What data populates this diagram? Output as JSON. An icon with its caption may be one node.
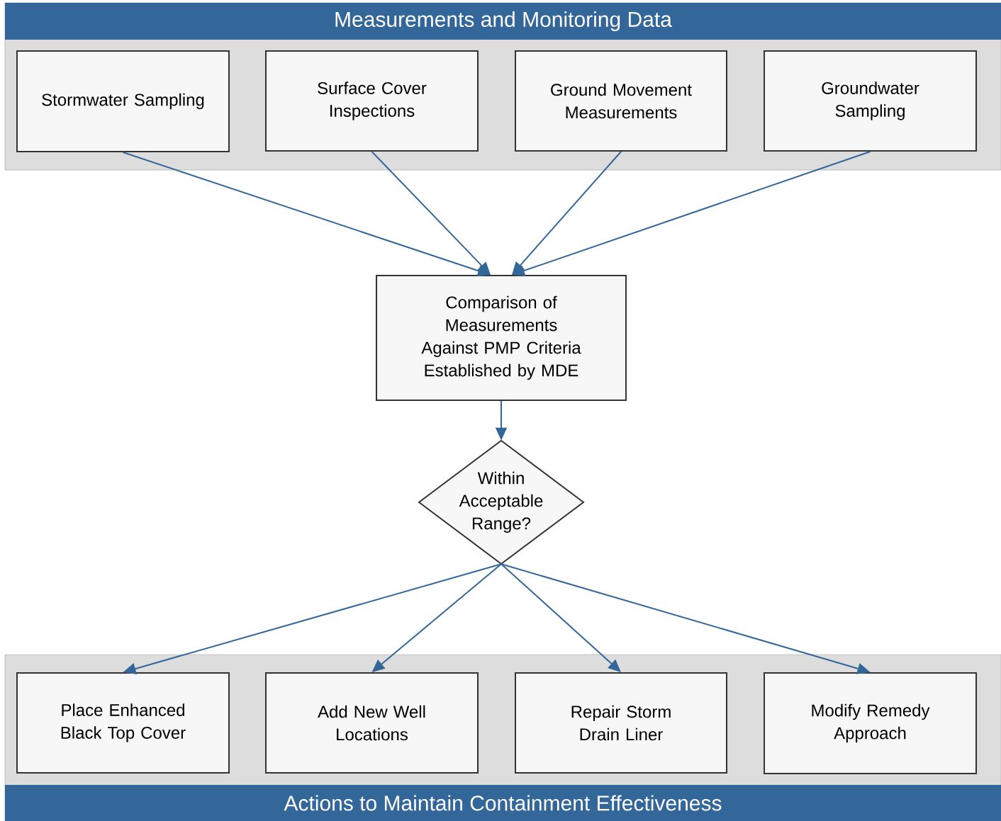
{
  "diagram": {
    "nodes": [
      {
        "text": [
          "Measurements and Monitoring Data"
        ]
      },
      {
        "text": [
          "Stormwater Sampling"
        ],
        "in": 0
      },
      {
        "text": [
          "Surface Cover Inspections"
        ],
        "in": 0
      },
      {
        "text": [
          "Ground Movement Measurements"
        ],
        "in": 0
      },
      {
        "text": [
          "Groundwater Sampling"
        ],
        "in": 0
      },
      {
        "text": [
          "Comparison of Measurements Against PMP Criteria Established by MDE"
        ]
      },
      {
        "text": [
          "Within Acceptable Range?"
        ]
      },
      {
        "text": [
          "Actions to Maintain Containment Effectiveness"
        ]
      },
      {
        "text": [
          "Place Enhanced Black Top Cover"
        ],
        "in": 7
      },
      {
        "text": [
          "Add New Well Locations"
        ],
        "in": 7
      },
      {
        "text": [
          "Repair Storm Drain Liner"
        ],
        "in": 7
      },
      {
        "text": [
          "Modify Remedy Approach"
        ],
        "in": 7
      }
    ],
    "edges": [
      {
        "from": 1,
        "to": 5,
        "arrow": "to"
      },
      {
        "from": 2,
        "to": 5,
        "arrow": "to"
      },
      {
        "from": 3,
        "to": 5,
        "arrow": "to"
      },
      {
        "from": 4,
        "to": 5,
        "arrow": "to"
      },
      {
        "from": 5,
        "to": 6,
        "arrow": "to"
      },
      {
        "from": 6,
        "to": 8,
        "arrow": "to"
      },
      {
        "from": 6,
        "to": 9,
        "arrow": "to"
      },
      {
        "from": 6,
        "to": 10,
        "arrow": "to"
      },
      {
        "from": 6,
        "to": 11,
        "arrow": "to"
      }
    ]
  }
}
